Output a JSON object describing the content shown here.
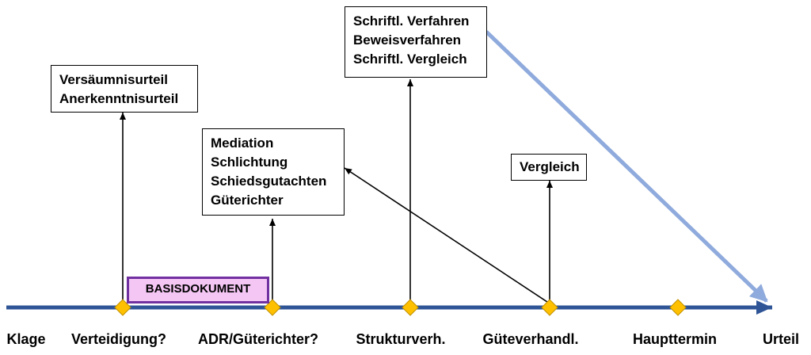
{
  "stages": [
    {
      "id": "klage",
      "label": "Klage"
    },
    {
      "id": "verteidigung",
      "label": "Verteidigung?"
    },
    {
      "id": "adr",
      "label": "ADR/Güterichter?"
    },
    {
      "id": "strukturverh",
      "label": "Strukturverh."
    },
    {
      "id": "gueteverhandl",
      "label": "Güteverhandl."
    },
    {
      "id": "haupttermin",
      "label": "Haupttermin"
    },
    {
      "id": "urteil",
      "label": "Urteil"
    }
  ],
  "boxes": {
    "versaeumnis": {
      "lines": [
        "Versäumnisurteil",
        "Anerkenntnisurteil"
      ]
    },
    "adr_options": {
      "lines": [
        "Mediation",
        "Schlichtung",
        "Schiedsgutachten",
        "Güterichter"
      ]
    },
    "schriftl": {
      "lines": [
        "Schriftl. Verfahren",
        "Beweisverfahren",
        "Schriftl. Vergleich"
      ]
    },
    "vergleich": {
      "lines": [
        "Vergleich"
      ]
    }
  },
  "basisdokument": {
    "label": "BASISDOKUMENT"
  },
  "colors": {
    "timeline": "#2f5597",
    "diamond_fill": "#ffc000",
    "diamond_stroke": "#bf9000",
    "arrow_black": "#000000",
    "arrow_blue": "#8faadc",
    "basis_fill": "#f4c6f4",
    "basis_border": "#7030a0"
  }
}
